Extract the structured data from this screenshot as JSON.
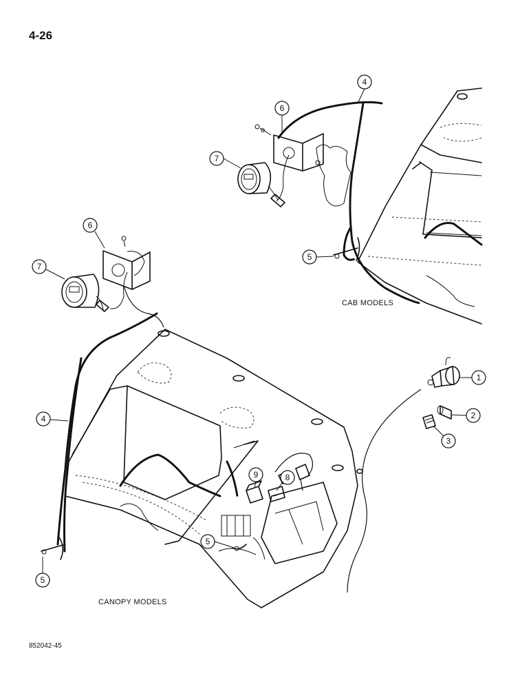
{
  "page": {
    "number": "4-26",
    "figure_code": "852042-45"
  },
  "captions": {
    "cab": "CAB MODELS",
    "canopy": "CANOPY MODELS"
  },
  "callouts": {
    "c1": "1",
    "c2": "2",
    "c3": "3",
    "cab_c4": "4",
    "cab_c5": "5",
    "cab_c6": "6",
    "cab_c7": "7",
    "can_c4": "4",
    "can_c5": "5",
    "can_c5b": "5",
    "can_c6": "6",
    "can_c7": "7",
    "c8": "8",
    "c9": "9"
  }
}
